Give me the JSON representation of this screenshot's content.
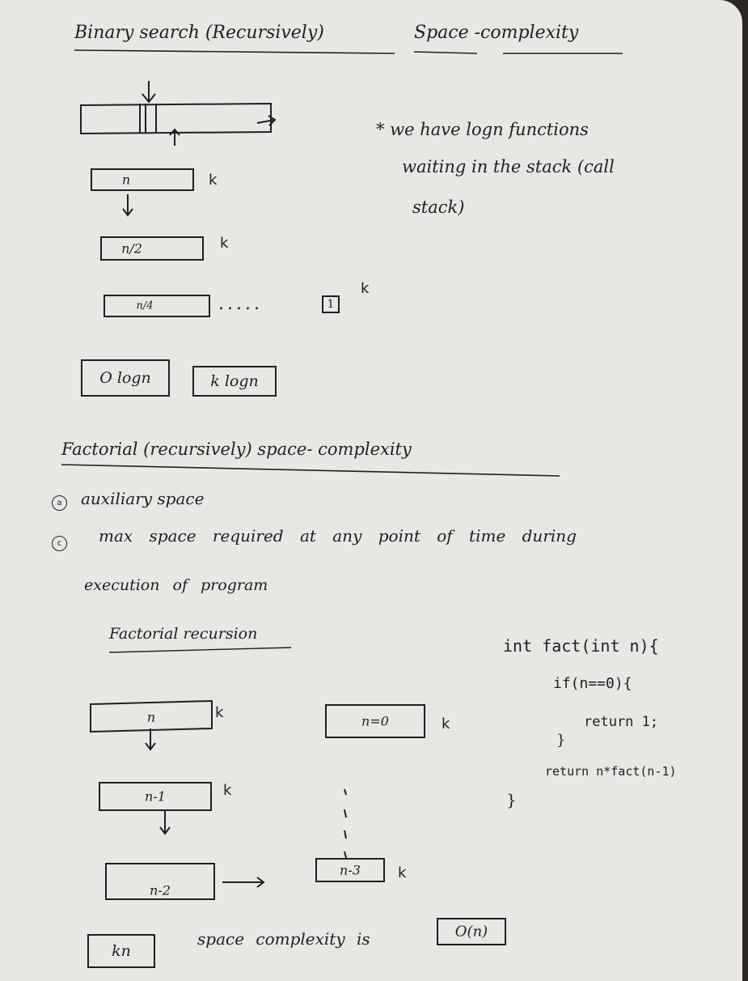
{
  "binary": {
    "title_left": "Binary search (Recursively)",
    "title_right": "Space -complexity",
    "note_line1": "* we have logn functions",
    "note_line2": "waiting in the stack (call",
    "note_line3": "stack)",
    "box1_label": "n",
    "box2_label": "n/2",
    "box3_label": "n/4",
    "box4_label": "1",
    "k_mark": "k",
    "dots": ".....",
    "result1": "O logn",
    "result2": "k logn"
  },
  "factorial": {
    "title": "Factorial (recursively) space- complexity",
    "def1": "auxiliary space",
    "def2_line1": "max space required at any point of time during",
    "def2_line2": "execution of program",
    "subtitle": "Factorial recursion",
    "code_line1": "int fact(int n){",
    "code_line2": "if(n==0){",
    "code_line3": "return 1;",
    "code_line4": "}",
    "code_line5": "return n*fact(n-1)",
    "code_line6": "}",
    "box_n": "n",
    "box_n1": "n-1",
    "box_n2": "n-2",
    "box_n0": "n=0",
    "box_n3": "n-3",
    "k_mark": "k",
    "total": "kn",
    "conclusion": "space complexity is",
    "result": "O(n)"
  }
}
